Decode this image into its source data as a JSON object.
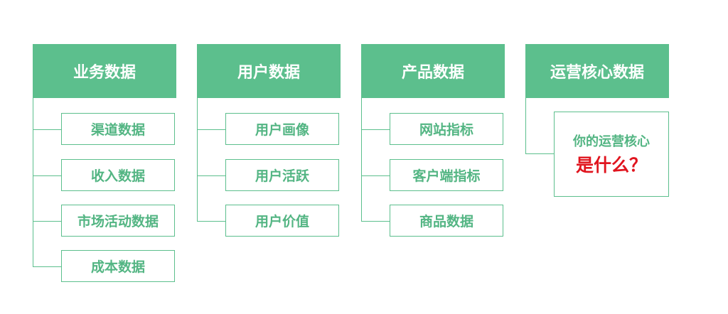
{
  "columns": [
    {
      "title": "业务数据",
      "items": [
        "渠道数据",
        "收入数据",
        "市场活动数据",
        "成本数据"
      ]
    },
    {
      "title": "用户数据",
      "items": [
        "用户画像",
        "用户活跃",
        "用户价值"
      ]
    },
    {
      "title": "产品数据",
      "items": [
        "网站指标",
        "客户端指标",
        "商品数据"
      ]
    },
    {
      "title": "运营核心数据",
      "question_line1": "你的运营核心",
      "question_line2": "是什么？"
    }
  ],
  "colors": {
    "accent": "#5cbf8d",
    "text_green": "#53b583",
    "highlight_red": "#e0141e"
  }
}
